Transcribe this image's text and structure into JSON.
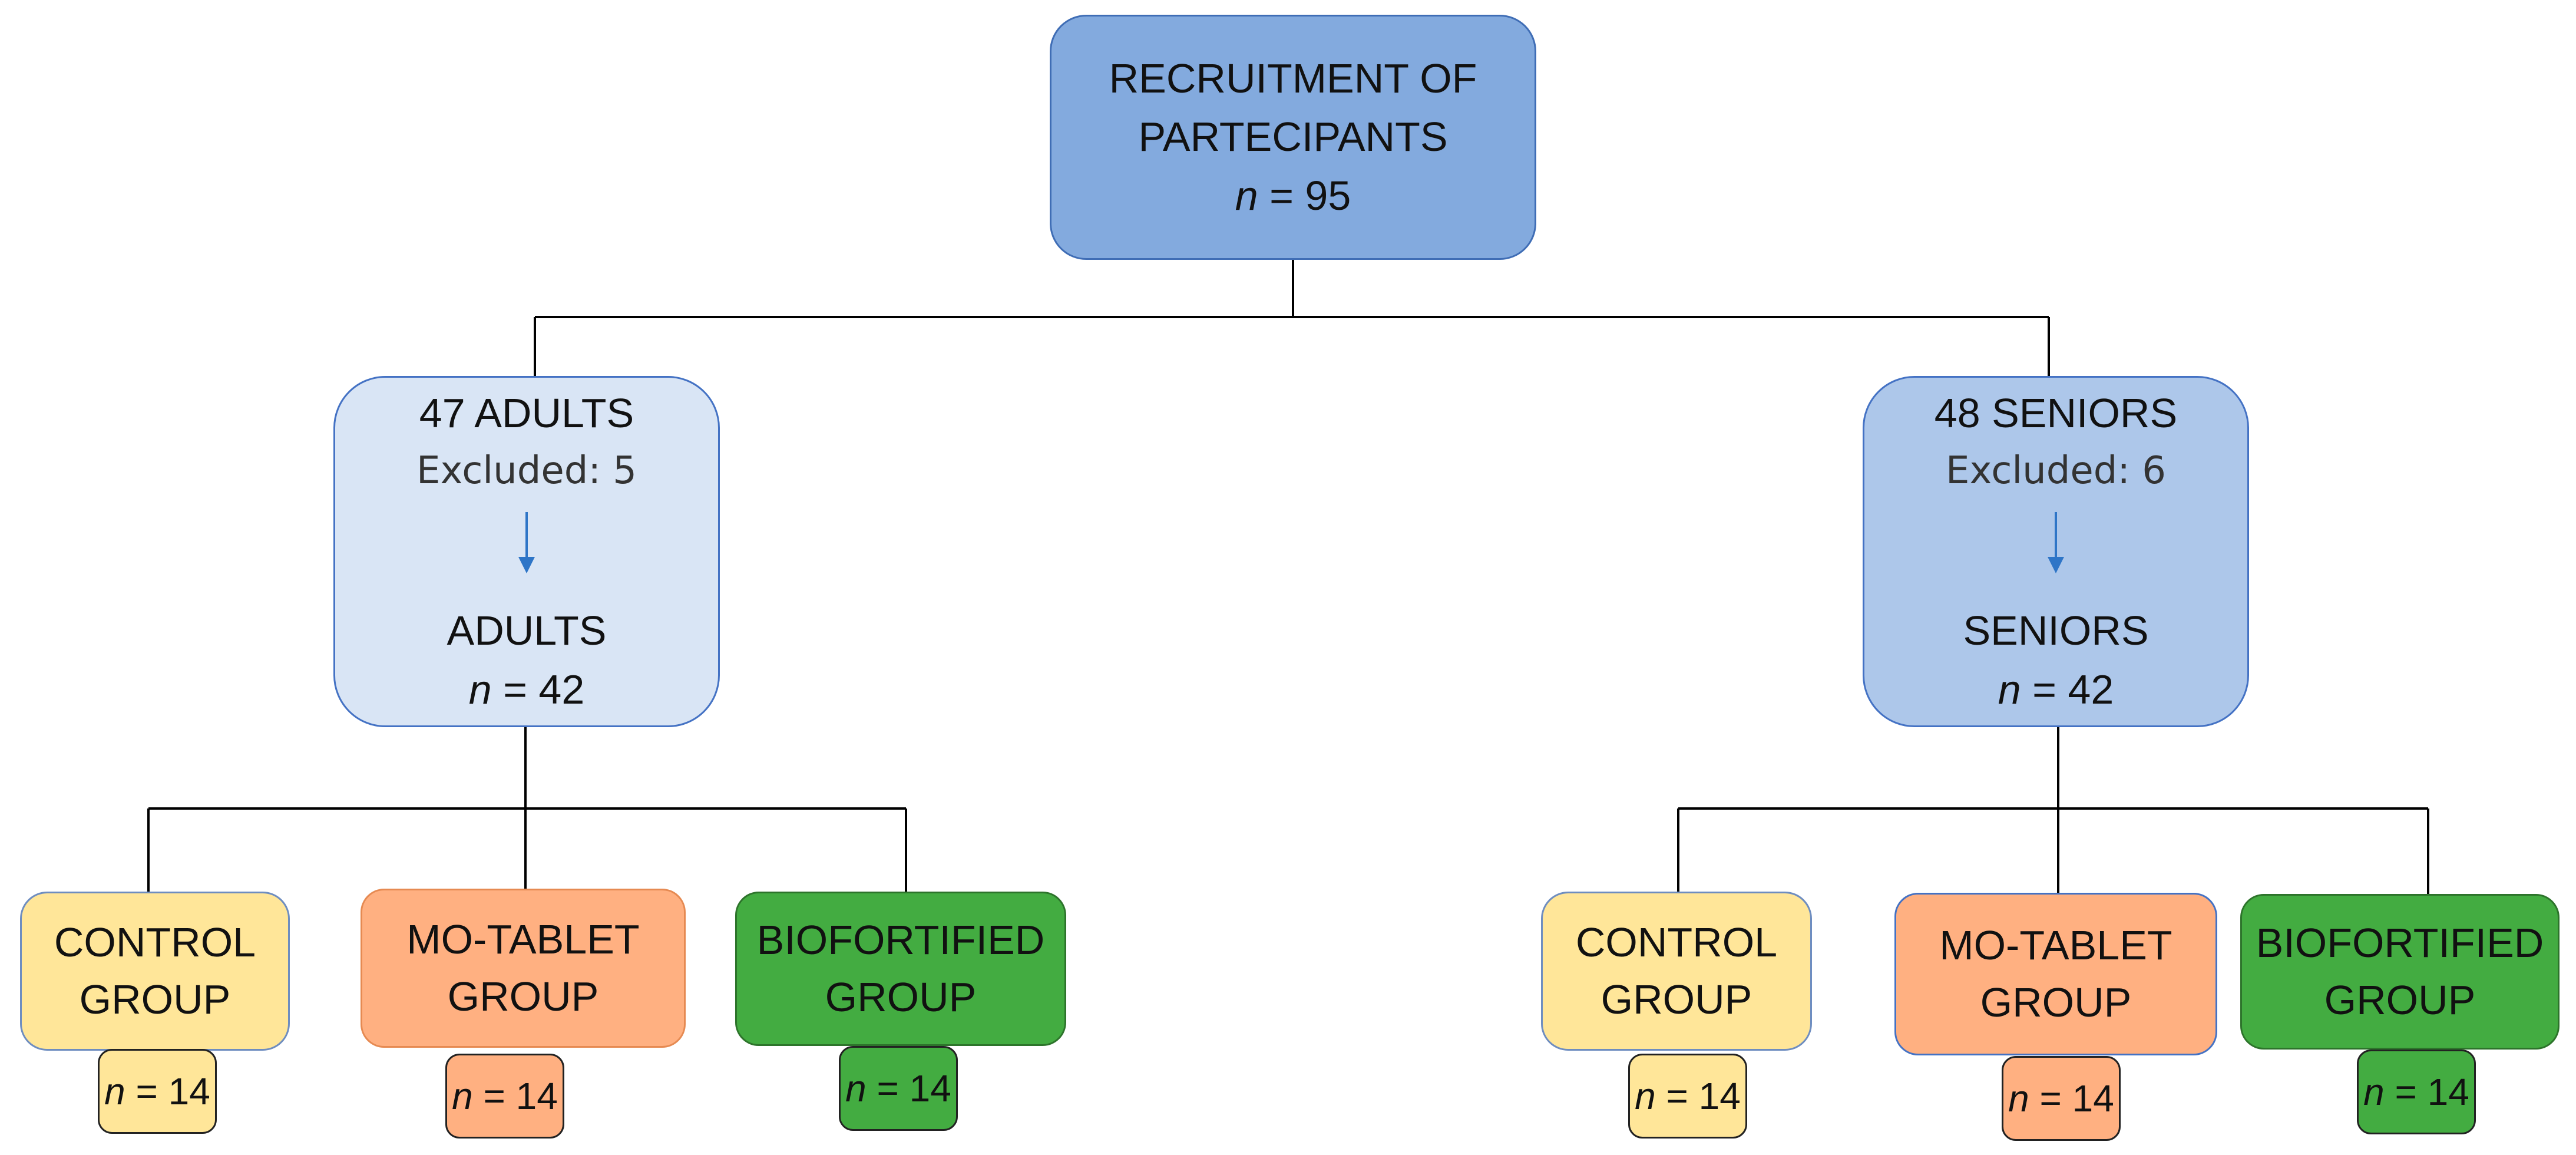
{
  "root": {
    "line1": "RECRUITMENT OF",
    "line2": "PARTECIPANTS",
    "n_var": "n",
    "n_value": "= 95"
  },
  "adults": {
    "title": "47 ADULTS",
    "excluded": "Excluded:  5",
    "group": "ADULTS",
    "n_var": "n",
    "n_value": "= 42"
  },
  "seniors": {
    "title": "48 SENIORS",
    "excluded": "Excluded:  6",
    "group": "SENIORS",
    "n_var": "n",
    "n_value": "= 42"
  },
  "groups": {
    "control": {
      "line1": "CONTROL",
      "line2": "GROUP"
    },
    "mo_tablet": {
      "line1": "MO-TABLET",
      "line2": "GROUP"
    },
    "biofortified": {
      "line1": "BIOFORTIFIED",
      "line2": "GROUP"
    }
  },
  "counts": {
    "adults": {
      "control": "= 14",
      "mo_tablet": "= 14",
      "biofortified": "= 14"
    },
    "seniors": {
      "control": "= 14",
      "mo_tablet": "= 14",
      "biofortified": "= 14"
    },
    "n_var": "n"
  },
  "colors": {
    "root_fill": "#83aade",
    "adults_fill": "#d9e5f5",
    "seniors_fill": "#adc7ea",
    "control_fill": "#ffe699",
    "mo_tablet_fill": "#ffb081",
    "biofortified_fill": "#43ac41",
    "arrow": "#2e75c7",
    "connector": "#000000"
  }
}
